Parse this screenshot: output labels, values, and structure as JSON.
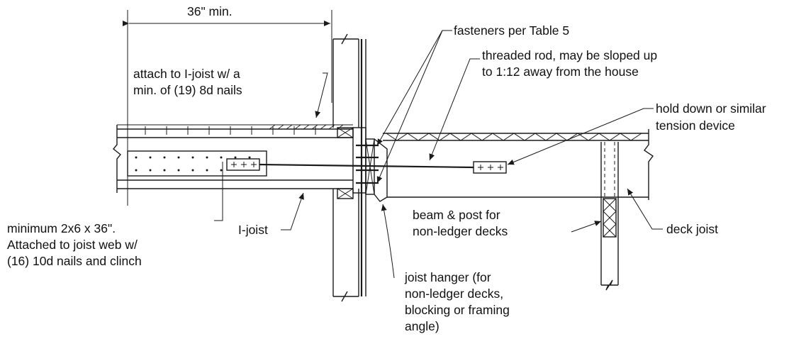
{
  "labels": {
    "dimension": "36\" min.",
    "attach_line1": "attach to I-joist w/ a",
    "attach_line2": "min. of (19) 8d nails",
    "fasteners": "fasteners per Table 5",
    "rod_line1": "threaded rod, may be sloped up",
    "rod_line2": "to 1:12 away from the house",
    "hold_line1": "hold down or similar",
    "hold_line2": "tension device",
    "min_line1": "minimum 2x6 x 36\".",
    "min_line2": "Attached to joist web w/",
    "min_line3": "(16) 10d nails and clinch",
    "ijoist": "I-joist",
    "beam_line1": "beam & post for",
    "beam_line2": "non-ledger decks",
    "deck_joist": "deck joist",
    "hanger_line1": "joist hanger (for",
    "hanger_line2": "non-ledger decks,",
    "hanger_line3": "blocking or framing",
    "hanger_line4": "angle)"
  }
}
